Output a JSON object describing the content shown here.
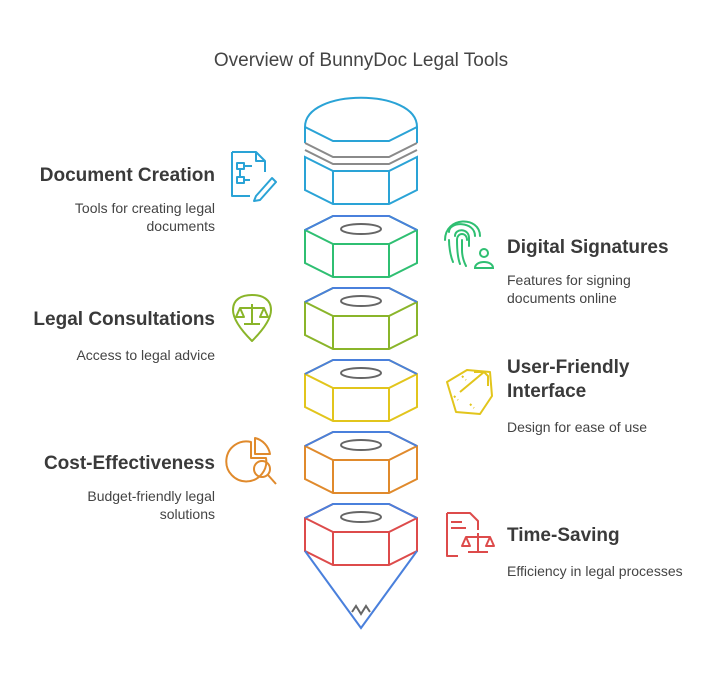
{
  "title": "Overview of BunnyDoc Legal Tools",
  "colors": {
    "blue": "#2aa3d6",
    "green": "#2fbf72",
    "olive": "#8ab52a",
    "yellow": "#e2c51c",
    "orange": "#e08a2c",
    "red": "#dd4b4b",
    "tip": "#4a7fd6",
    "accent_blue": "#4a80dc",
    "gray": "#8a8a8a"
  },
  "items": [
    {
      "heading": "Document Creation",
      "description": "Tools for creating legal documents",
      "desc_lines": [
        "Tools for creating legal",
        "documents"
      ],
      "icon": "document-edit-icon",
      "color": "blue",
      "side": "left"
    },
    {
      "heading": "Digital Signatures",
      "description": "Features for signing documents online",
      "desc_lines": [
        "Features for signing",
        "documents online"
      ],
      "icon": "fingerprint-user-icon",
      "color": "green",
      "side": "right"
    },
    {
      "heading": "Legal Consultations",
      "description": "Access to legal advice",
      "desc_lines": [
        "Access to legal advice"
      ],
      "icon": "scales-location-icon",
      "color": "olive",
      "side": "left"
    },
    {
      "heading_lines": [
        "User-Friendly",
        "Interface"
      ],
      "heading": "User-Friendly Interface",
      "description": "Design for ease of use",
      "desc_lines": [
        "Design for ease of use"
      ],
      "icon": "cursor-design-icon",
      "color": "yellow",
      "side": "right"
    },
    {
      "heading": "Cost-Effectiveness",
      "description": "Budget-friendly legal solutions",
      "desc_lines": [
        "Budget-friendly legal",
        "solutions"
      ],
      "icon": "pie-chart-magnifier-icon",
      "color": "orange",
      "side": "left"
    },
    {
      "heading": "Time-Saving",
      "description": "Efficiency in legal processes",
      "desc_lines": [
        "Efficiency in legal processes"
      ],
      "icon": "document-scales-icon",
      "color": "red",
      "side": "right"
    }
  ]
}
